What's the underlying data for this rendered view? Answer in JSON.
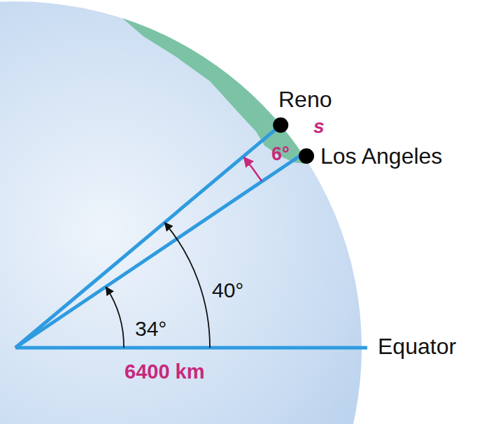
{
  "diagram": {
    "labels": [
      "Reno",
      "s",
      "6°",
      "Los Angeles",
      "40°",
      "34°",
      "Equator",
      "6400 km"
    ]
  }
}
